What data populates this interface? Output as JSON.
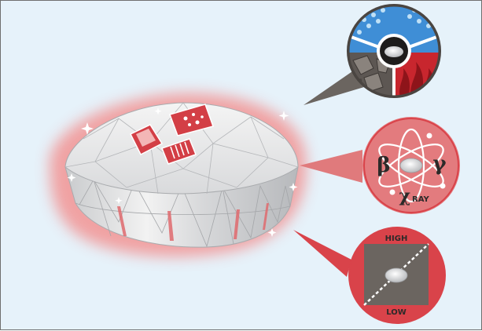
{
  "radiation": {
    "beta": "β",
    "gamma": "γ",
    "chi": "χ",
    "ray": "RAY"
  },
  "pressure": {
    "high": "HIGH",
    "low": "LOW"
  },
  "colors": {
    "background": "#e6f2fa",
    "accent_red": "#d9434a",
    "glow": "#f3a4a4",
    "circle_red": "#e07a7c",
    "dark_panel": "#6b6560",
    "water_blue": "#3f8ed6"
  },
  "icons": [
    "diamond-icon",
    "atom-icon",
    "pressure-chart-icon",
    "water-icon",
    "fire-icon",
    "rock-icon"
  ]
}
